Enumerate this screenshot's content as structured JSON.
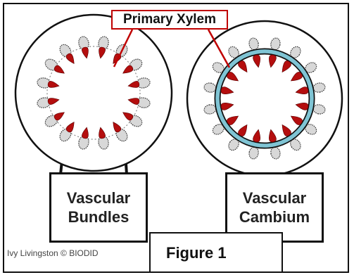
{
  "labels": {
    "primary_xylem": "Primary Xylem",
    "vascular_bundles": [
      "Vascular",
      "Bundles"
    ],
    "vascular_cambium": [
      "Vascular",
      "Cambium"
    ],
    "credit": "Ivy Livingston © BIODID",
    "figure": "Figure 1"
  },
  "colors": {
    "xylem": "#b40e0e",
    "cambium": "#7fc4d4",
    "pointer": "#c00000",
    "outline": "#111111",
    "phloem": "#d8d8d8"
  },
  "diagram": {
    "left_stem_bundles": 16,
    "right_stem_bundles": 16
  }
}
